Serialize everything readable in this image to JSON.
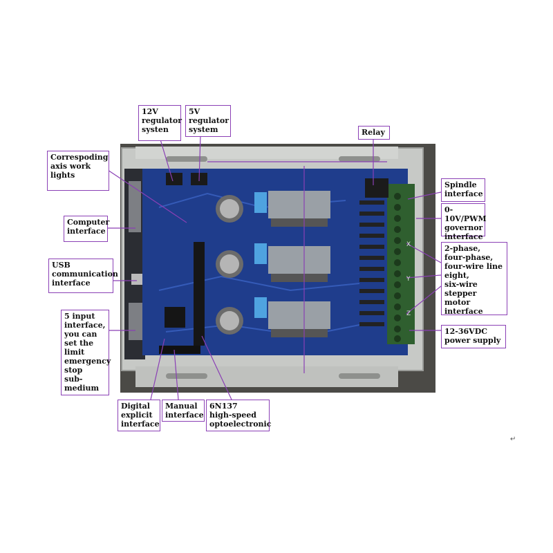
{
  "colors": {
    "callout_border": "#8a3fb5",
    "leader_line": "#8a3fb5",
    "board_blue": "#1f3d8c",
    "enclosure": "#c7c9c6",
    "photo_background": "#4b4a46",
    "terminal_green": "#2f5f2f"
  },
  "callouts": {
    "regulator_12v": "12V\nregulator\nsysten",
    "regulator_5v": "5V\nregulator\nsystem",
    "relay": "Relay",
    "axis_lights": "Correspoding\naxis work\nlights",
    "spindle": "Spindle\ninterface",
    "governor": "0-10V/PWM\ngovernor\ninterface",
    "computer": "Computer\ninterface",
    "usb": "USB\ncommunication\ninterface",
    "stepper": "2-phase,\nfour-phase,\nfour-wire line\neight,\nsix-wire\nstepper motor\ninterface",
    "input": "5 input\ninterface,\nyou can\nset the\nlimit\nemergency\nstop\nsub-medium",
    "power": "12-36VDC\npower supply",
    "digital": "Digital\nexplicit\ninterface",
    "manual": "Manual\ninterface",
    "opto": "6N137\nhigh-speed\noptoelectronic"
  },
  "axis_marks": [
    "X",
    "Y",
    "Z"
  ],
  "corner_mark": "↵"
}
